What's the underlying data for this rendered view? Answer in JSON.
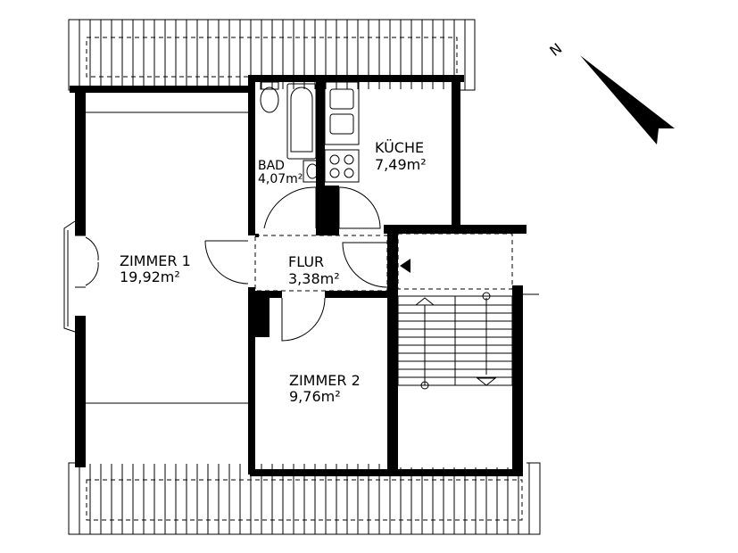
{
  "rooms": {
    "zimmer1": {
      "name": "ZIMMER 1",
      "area": "19,92m²"
    },
    "zimmer2": {
      "name": "ZIMMER 2",
      "area": "9,76m²"
    },
    "kueche": {
      "name": "KÜCHE",
      "area": "7,49m²"
    },
    "bad": {
      "name": "BAD",
      "area": "4,07m²"
    },
    "flur": {
      "name": "FLUR",
      "area": "3,38m²"
    }
  },
  "north_label": "N"
}
